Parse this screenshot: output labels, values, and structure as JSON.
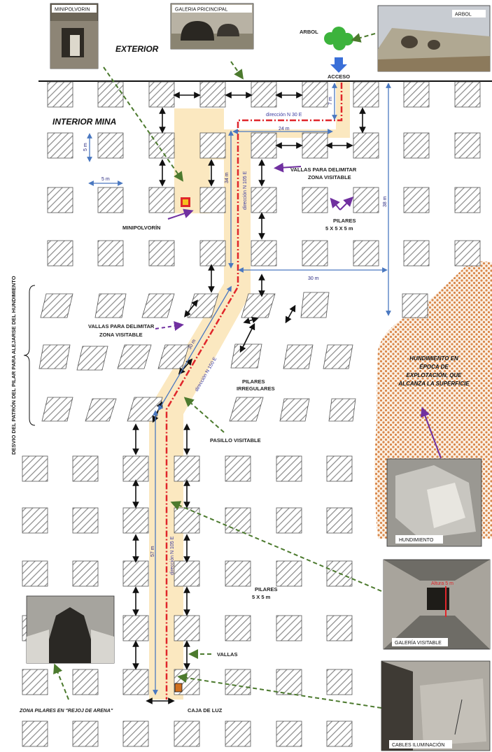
{
  "labels": {
    "exterior": "EXTERIOR",
    "interior": "INTERIOR MINA",
    "acceso": "ACCESO",
    "arbol": "ARBOL",
    "minipolvorin_label": "MINIPOLVORÍN",
    "vallas_1a": "VALLAS PARA DELIMITAR",
    "vallas_1b": "ZONA VISITABLE",
    "vallas_2a": "VALLAS PARA DELIMITAR",
    "vallas_2b": "ZONA VISITABLE",
    "pilares_1a": "PILARES",
    "pilares_1b": "5 X 5 X 5 m",
    "pilares_irr_a": "PILARES",
    "pilares_irr_b": "IRREGULARES",
    "pasillo": "PASILLO VISITABLE",
    "pilares_2a": "PILARES",
    "pilares_2b": "5 X 5 m",
    "vallas": "VALLAS",
    "caja_luz": "CAJA DE LUZ",
    "zona_pilares": "ZONA PILARES EN \"REJOJ DE ARENA\"",
    "side_text": "DESVIO DEL PATRÓN DEL PILAR PARA ALEJARSE DEL HUNDIMIENTO",
    "hund_1": "HUNDIMIENTO EN",
    "hund_2": "ÉPOCA DE",
    "hund_3": "EXPLOTACIÓN, QUE",
    "hund_4": "ALCANZA LA SUPERFICIE"
  },
  "directions": {
    "d1": "dirección N 30 E",
    "d2": "dirección N 105 E",
    "d3": "dirección N 150 E",
    "d4": "dirección N 105 E"
  },
  "measurements": {
    "m7": "7 m",
    "m24": "24 m",
    "m34": "34 m",
    "m38": "38 m",
    "m30a": "30 m",
    "m30b": "30 m",
    "m57": "57 m",
    "m5a": "5 m",
    "m5b": "5 m"
  },
  "photos": {
    "minipolvorin": "MINIPOLVORIN",
    "galeria": "GALERIA PRICINCIPAL",
    "arbol": "ARBOL",
    "hundimiento": "HUNDIMIENTO",
    "galeria_visitable": "GALERÍA VISITABLE",
    "altura": "Altura 5 m",
    "cables": "CABLES ILUMINACIÓN"
  },
  "colors": {
    "path": "#fbe8c0",
    "route": "#e0262b",
    "measure": "#4a78c0",
    "arrow_green": "#4c7a2e",
    "arrow_purple": "#7030a0",
    "collapse": "#d9874a"
  }
}
